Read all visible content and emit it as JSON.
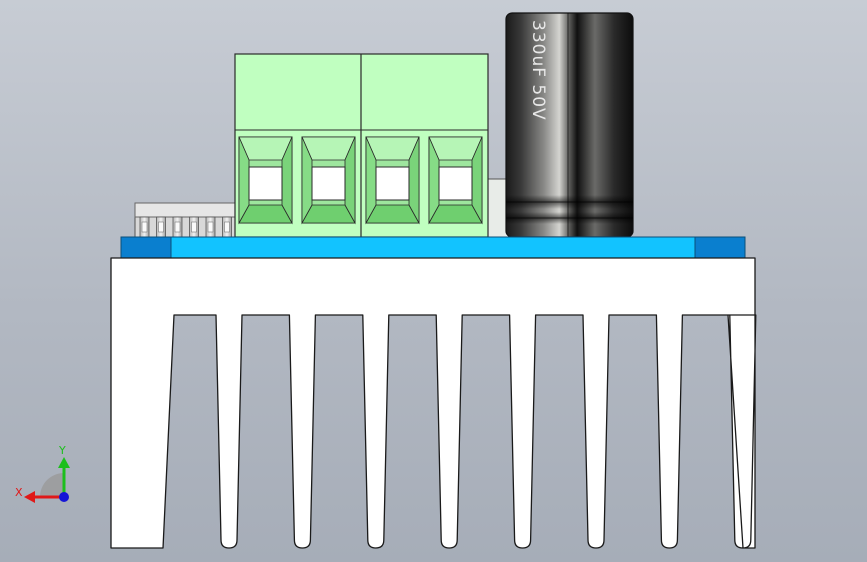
{
  "scene": {
    "capacitor_label": "330uF 50V",
    "heatsink_fin_count": 8,
    "terminal_block_positions": 4,
    "header_pin_count": 6
  },
  "triad": {
    "x_label": "X",
    "y_label": "Y",
    "x_color": "#e01818",
    "y_color": "#1cbf1c",
    "z_color": "#1515d6"
  },
  "colors": {
    "heatsink_fill": "#ffffff",
    "heatsink_edge": "#1a1a1a",
    "pcb_fill": "#12c3ff",
    "pcb_dark_edge": "#0a7fcf",
    "terminal_fill": "#c0ffc0",
    "terminal_dark": "#7dd97d",
    "capacitor_dark": "#1e1e1e"
  }
}
